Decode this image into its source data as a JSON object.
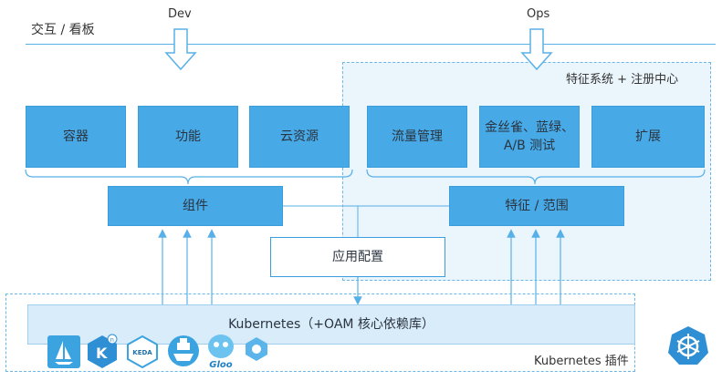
{
  "header": {
    "label": "交互 / 看板",
    "dev": "Dev",
    "ops": "Ops"
  },
  "feature_system": {
    "title": "特征系统 + 注册中心",
    "items": [
      "流量管理",
      "金丝雀、蓝绿、\nA/B 测试",
      "扩展"
    ]
  },
  "components": {
    "items": [
      "容器",
      "功能",
      "云资源"
    ]
  },
  "component_box": "组件",
  "trait_box": "特征 / 范围",
  "app_config": "应用配置",
  "kubernetes_bar": "Kubernetes（+OAM 核心依赖库）",
  "plugins": {
    "title": "Kubernetes 插件",
    "icons": [
      "istio-icon",
      "knative-icon",
      "keda-icon",
      "harbor-icon",
      "gloo-icon",
      "helm-icon"
    ],
    "gloo_label": "Gloo",
    "keda_label": "KEDA"
  },
  "colors": {
    "blue": "#47a9e6",
    "light_blue": "#d9ecfa",
    "line": "#58b0e8",
    "zone": "#eaf5fc"
  }
}
